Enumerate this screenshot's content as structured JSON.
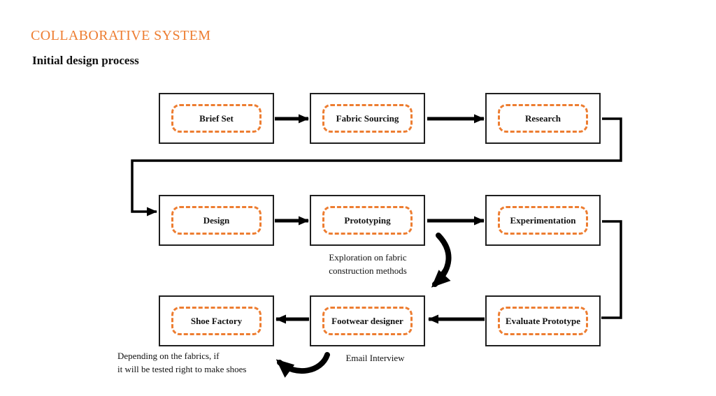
{
  "page": {
    "title": "COLLABORATIVE SYSTEM",
    "subtitle": "Initial design process"
  },
  "colors": {
    "accent": "#ED7D31",
    "ink": "#111111",
    "arrow": "#000000",
    "background": "#FFFFFF"
  },
  "boxes": [
    {
      "id": "brief-set",
      "label": "Brief Set"
    },
    {
      "id": "fabric-sourcing",
      "label": "Fabric Sourcing"
    },
    {
      "id": "research",
      "label": "Research"
    },
    {
      "id": "design",
      "label": "Design"
    },
    {
      "id": "prototyping",
      "label": "Prototyping"
    },
    {
      "id": "experimentation",
      "label": "Experimentation"
    },
    {
      "id": "shoe-factory",
      "label": "Shoe Factory"
    },
    {
      "id": "footwear-designer",
      "label": "Footwear designer"
    },
    {
      "id": "evaluate-prototype",
      "label": "Evaluate Prototype"
    }
  ],
  "connections": [
    {
      "from": "Brief Set",
      "to": "Fabric Sourcing",
      "style": "solid-arrow"
    },
    {
      "from": "Fabric Sourcing",
      "to": "Research",
      "style": "solid-arrow"
    },
    {
      "from": "Research",
      "to": "Design",
      "style": "solid-arrow-loop"
    },
    {
      "from": "Design",
      "to": "Prototyping",
      "style": "solid-arrow"
    },
    {
      "from": "Prototyping",
      "to": "Experimentation",
      "style": "solid-arrow"
    },
    {
      "from": "Experimentation",
      "to": "Evaluate Prototype",
      "style": "solid-line-loop"
    },
    {
      "from": "Evaluate Prototype",
      "to": "Footwear designer",
      "style": "solid-arrow"
    },
    {
      "from": "Footwear designer",
      "to": "Shoe Factory",
      "style": "solid-arrow"
    },
    {
      "from": "Prototyping",
      "to": "Footwear designer",
      "style": "hand-drawn-arrow"
    },
    {
      "from": "Footwear designer",
      "to": "Shoe Factory",
      "style": "hand-drawn-arrow"
    }
  ],
  "annotations": {
    "exploration": {
      "line1": "Exploration on fabric",
      "line2": "construction methods"
    },
    "email_interview": "Email Interview",
    "depending": {
      "line1": "Depending on the fabrics, if",
      "line2": "it will be tested right to make shoes"
    }
  }
}
